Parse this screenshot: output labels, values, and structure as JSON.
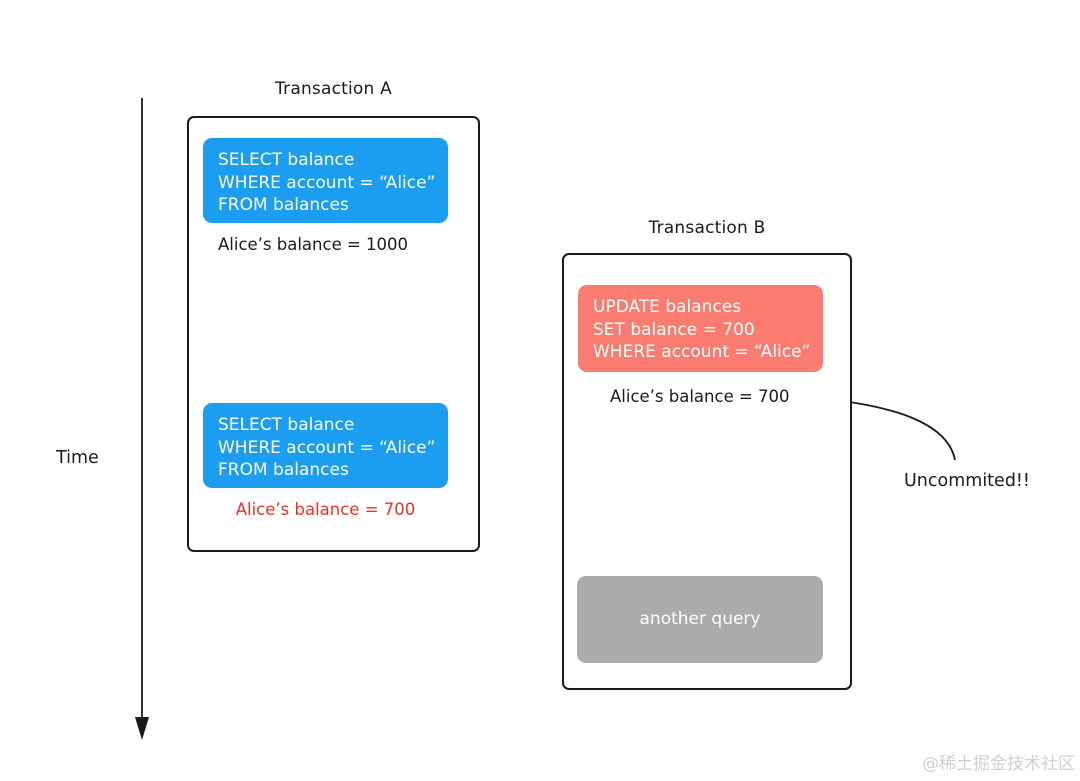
{
  "diagram": {
    "time_label": "Time",
    "transaction_a": {
      "title": "Transaction A",
      "query1_lines": [
        "SELECT balance",
        "WHERE account = “Alice”",
        "FROM balances"
      ],
      "result1": "Alice’s balance = 1000",
      "query2_lines": [
        "SELECT balance",
        "WHERE account = “Alice”",
        "FROM balances"
      ],
      "result2": "Alice’s balance = 700"
    },
    "transaction_b": {
      "title": "Transaction B",
      "update_lines": [
        "UPDATE balances",
        "SET balance = 700",
        "WHERE account = “Alice”"
      ],
      "result": "Alice’s balance = 700",
      "other_query_label": "another query"
    },
    "annotation": "Uncommited!!",
    "watermark": "@稀土掘金技术社区",
    "colors": {
      "select_box_blue": "#1b9df0",
      "update_box_salmon": "#fa7c70",
      "other_query_gray": "#ababab",
      "dirty_read_red": "#ee3124",
      "line_black": "#1a1a1a",
      "watermark_gray": "#d0d0d0"
    }
  }
}
